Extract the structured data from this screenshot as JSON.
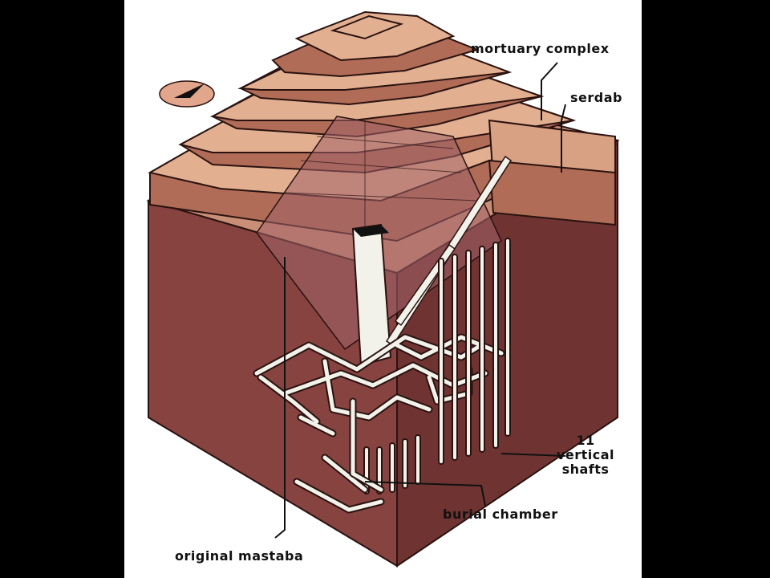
{
  "labels": {
    "mortuary_complex": "mortuary complex",
    "serdab": "serdab",
    "vertical_shafts_line1": "11",
    "vertical_shafts_line2": "vertical",
    "vertical_shafts_line3": "shafts",
    "burial_chamber": "burial chamber",
    "original_mastaba": "original mastaba"
  },
  "colors": {
    "background": "#000000",
    "canvas": "#ffffff",
    "step_top": "#e2b090",
    "step_riser": "#b06c57",
    "step_side": "#8e4f45",
    "ground_left": "#86433f",
    "ground_right": "#6f3432",
    "ground_top": "#c98e76",
    "tunnel": "#f2f2ea",
    "ink": "#111111"
  },
  "icons": [
    "compass-icon"
  ]
}
